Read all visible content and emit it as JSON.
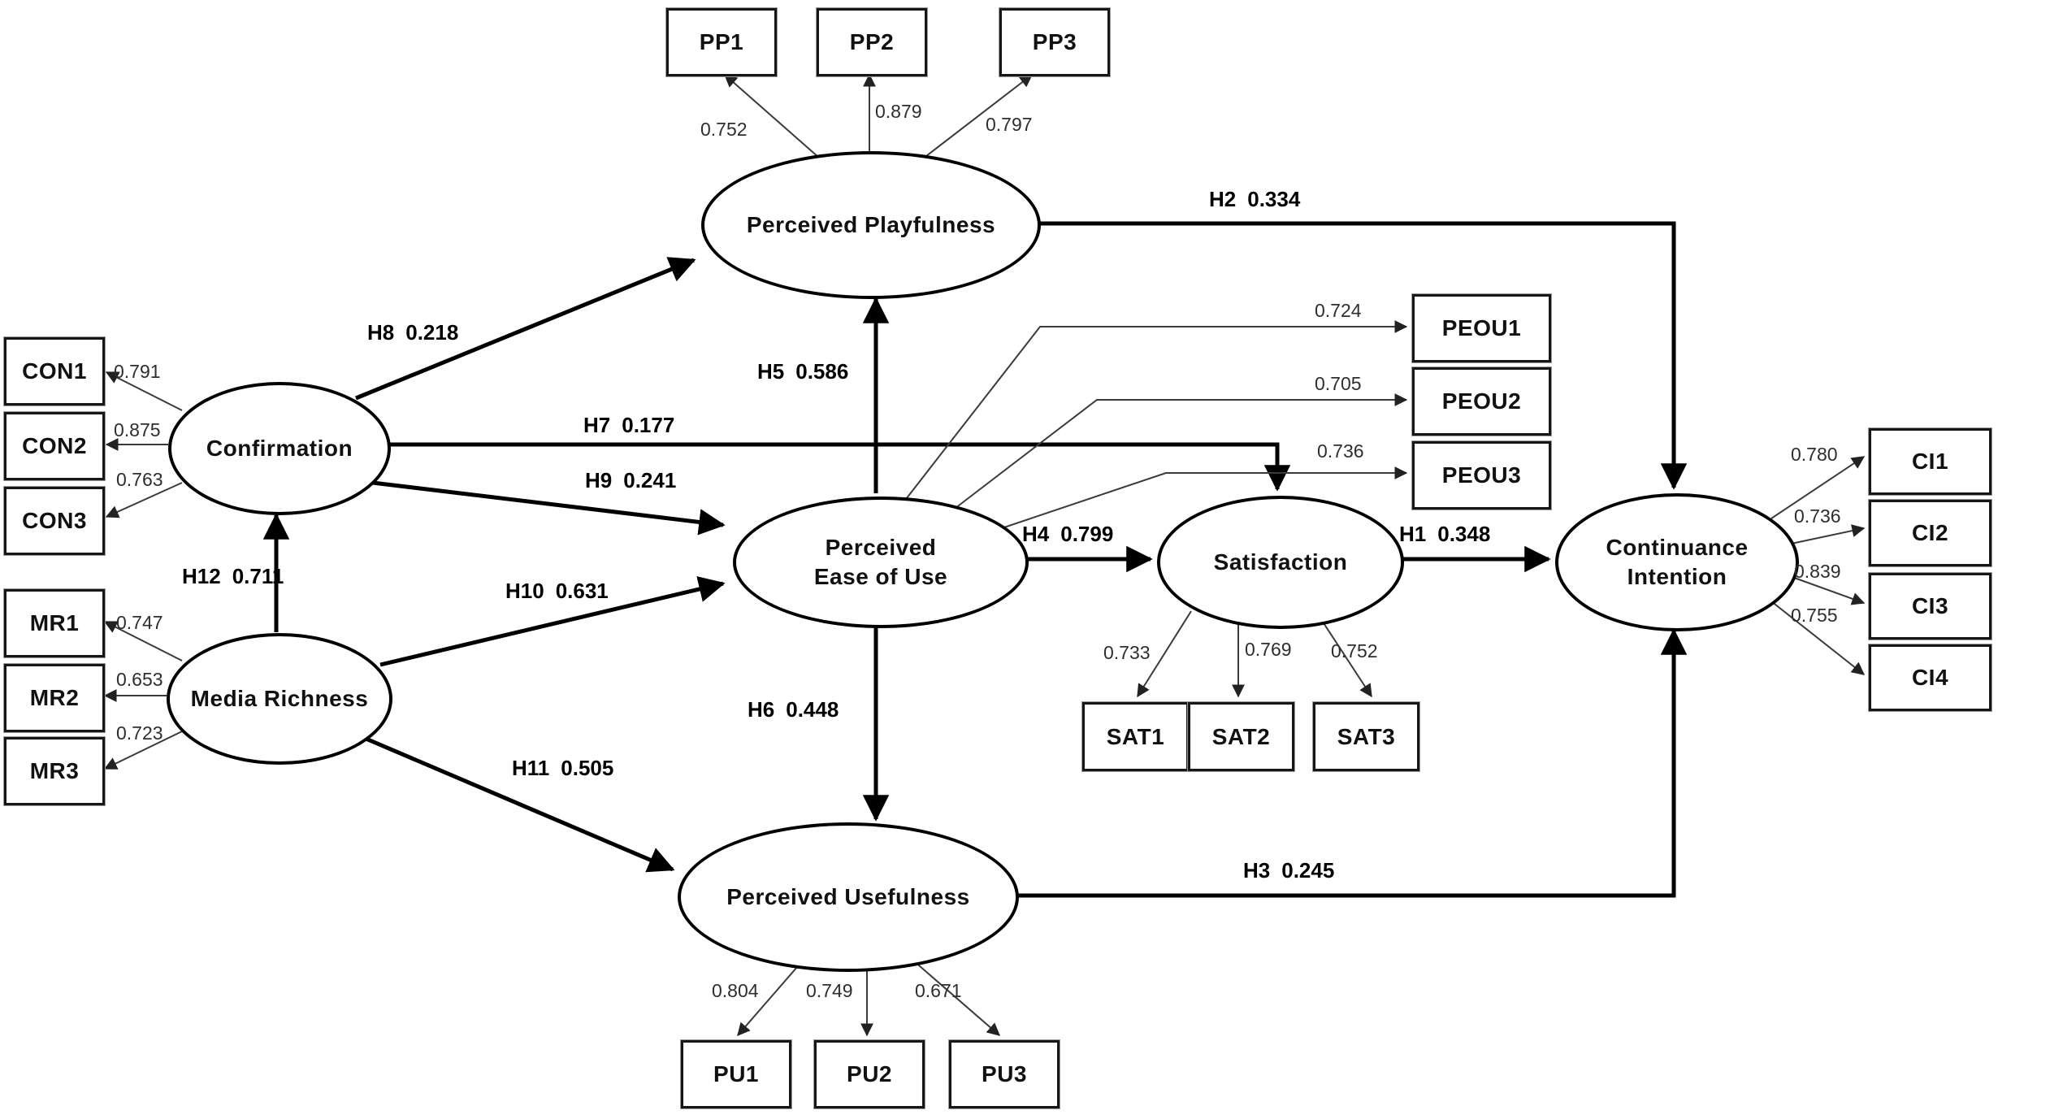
{
  "diagram_type": "structural-equation-model-path-diagram",
  "latents": {
    "pp": {
      "label": "Perceived Playfulness"
    },
    "con": {
      "label": "Confirmation"
    },
    "mr": {
      "label": "Media Richness"
    },
    "peou": {
      "label": "Perceived Ease of Use"
    },
    "pu": {
      "label": "Perceived Usefulness"
    },
    "sat": {
      "label": "Satisfaction"
    },
    "ci": {
      "label": "Continuance Intention"
    }
  },
  "indicators": {
    "pp1": {
      "label": "PP1",
      "loading": "0.752"
    },
    "pp2": {
      "label": "PP2",
      "loading": "0.879"
    },
    "pp3": {
      "label": "PP3",
      "loading": "0.797"
    },
    "con1": {
      "label": "CON1",
      "loading": "0.791"
    },
    "con2": {
      "label": "CON2",
      "loading": "0.875"
    },
    "con3": {
      "label": "CON3",
      "loading": "0.763"
    },
    "mr1": {
      "label": "MR1",
      "loading": "0.747"
    },
    "mr2": {
      "label": "MR2",
      "loading": "0.653"
    },
    "mr3": {
      "label": "MR3",
      "loading": "0.723"
    },
    "peou1": {
      "label": "PEOU1",
      "loading": "0.724"
    },
    "peou2": {
      "label": "PEOU2",
      "loading": "0.705"
    },
    "peou3": {
      "label": "PEOU3",
      "loading": "0.736"
    },
    "sat1": {
      "label": "SAT1",
      "loading": "0.733"
    },
    "sat2": {
      "label": "SAT2",
      "loading": "0.769"
    },
    "sat3": {
      "label": "SAT3",
      "loading": "0.752"
    },
    "ci1": {
      "label": "CI1",
      "loading": "0.780"
    },
    "ci2": {
      "label": "CI2",
      "loading": "0.736"
    },
    "ci3": {
      "label": "CI3",
      "loading": "0.839"
    },
    "ci4": {
      "label": "CI4",
      "loading": "0.755"
    },
    "pu1": {
      "label": "PU1",
      "loading": "0.804"
    },
    "pu2": {
      "label": "PU2",
      "loading": "0.749"
    },
    "pu3": {
      "label": "PU3",
      "loading": "0.671"
    }
  },
  "hypotheses": {
    "h1": {
      "id": "H1",
      "coefficient": "0.348",
      "from": "Satisfaction",
      "to": "Continuance Intention"
    },
    "h2": {
      "id": "H2",
      "coefficient": "0.334",
      "from": "Perceived Playfulness",
      "to": "Continuance Intention"
    },
    "h3": {
      "id": "H3",
      "coefficient": "0.245",
      "from": "Perceived Usefulness",
      "to": "Continuance Intention"
    },
    "h4": {
      "id": "H4",
      "coefficient": "0.799",
      "from": "Perceived Ease of Use",
      "to": "Satisfaction"
    },
    "h5": {
      "id": "H5",
      "coefficient": "0.586",
      "from": "Perceived Ease of Use",
      "to": "Perceived Playfulness"
    },
    "h6": {
      "id": "H6",
      "coefficient": "0.448",
      "from": "Perceived Ease of Use",
      "to": "Perceived Usefulness"
    },
    "h7": {
      "id": "H7",
      "coefficient": "0.177",
      "from": "Confirmation",
      "to": "Satisfaction"
    },
    "h8": {
      "id": "H8",
      "coefficient": "0.218",
      "from": "Confirmation",
      "to": "Perceived Playfulness"
    },
    "h9": {
      "id": "H9",
      "coefficient": "0.241",
      "from": "Confirmation",
      "to": "Perceived Ease of Use"
    },
    "h10": {
      "id": "H10",
      "coefficient": "0.631",
      "from": "Media Richness",
      "to": "Perceived Ease of Use"
    },
    "h11": {
      "id": "H11",
      "coefficient": "0.505",
      "from": "Media Richness",
      "to": "Perceived Usefulness"
    },
    "h12": {
      "id": "H12",
      "coefficient": "0.711",
      "from": "Media Richness",
      "to": "Confirmation"
    }
  }
}
